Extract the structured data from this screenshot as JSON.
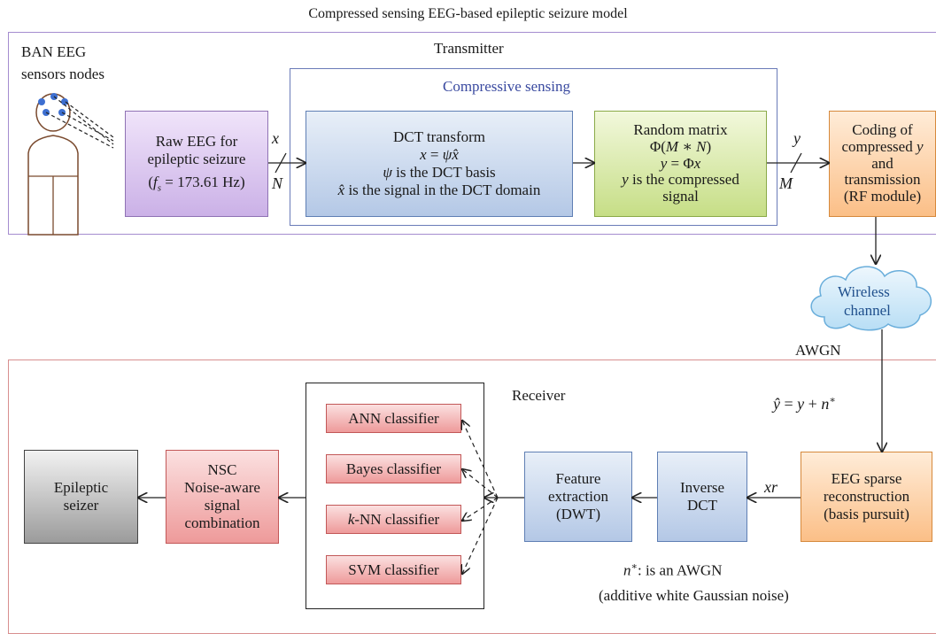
{
  "title": "Compressed sensing EEG-based epileptic seizure model",
  "transmitter": {
    "label": "Transmitter",
    "sensors_label_1": "BAN EEG",
    "sensors_label_2": "sensors nodes",
    "compressive_label": "Compressive sensing",
    "raw_eeg": {
      "line1": "Raw EEG for",
      "line2": "epileptic seizure",
      "fs": "173.61 Hz"
    },
    "dct": {
      "title": "DCT transform",
      "line3": " is the DCT basis",
      "line4": " is the signal in the DCT domain"
    },
    "random": {
      "title": "Random matrix",
      "line4": " is the compressed",
      "line5": "signal"
    },
    "coding": {
      "line1": "Coding of",
      "line2": "compressed",
      "line3": "and",
      "line4": "transmission",
      "line5": "(RF module)"
    }
  },
  "channel": {
    "label_1": "Wireless",
    "label_2": "channel",
    "noise": "AWGN"
  },
  "receiver": {
    "label": "Receiver",
    "eeg_sparse": {
      "line1": "EEG sparse",
      "line2": "reconstruction",
      "line3": "(basis pursuit)"
    },
    "inverse_dct": {
      "line1": "Inverse",
      "line2": "DCT"
    },
    "feature": {
      "line1": "Feature",
      "line2": "extraction",
      "line3": "(DWT)"
    },
    "classifiers": [
      "ANN classifier",
      "Bayes classifier",
      "-NN classifier",
      "SVM classifier"
    ],
    "nsc": {
      "line1": "NSC",
      "line2": "Noise-aware",
      "line3": "signal",
      "line4": "combination"
    },
    "epileptic": {
      "line1": "Epileptic",
      "line2": "seizer"
    },
    "note_1": ": is an AWGN",
    "note_2": "(additive white Gaussian noise)"
  },
  "colors": {
    "transmitter_border": "#a58ccf",
    "compressive_border": "#6a7bb8",
    "receiver_border": "#d88f8f"
  }
}
